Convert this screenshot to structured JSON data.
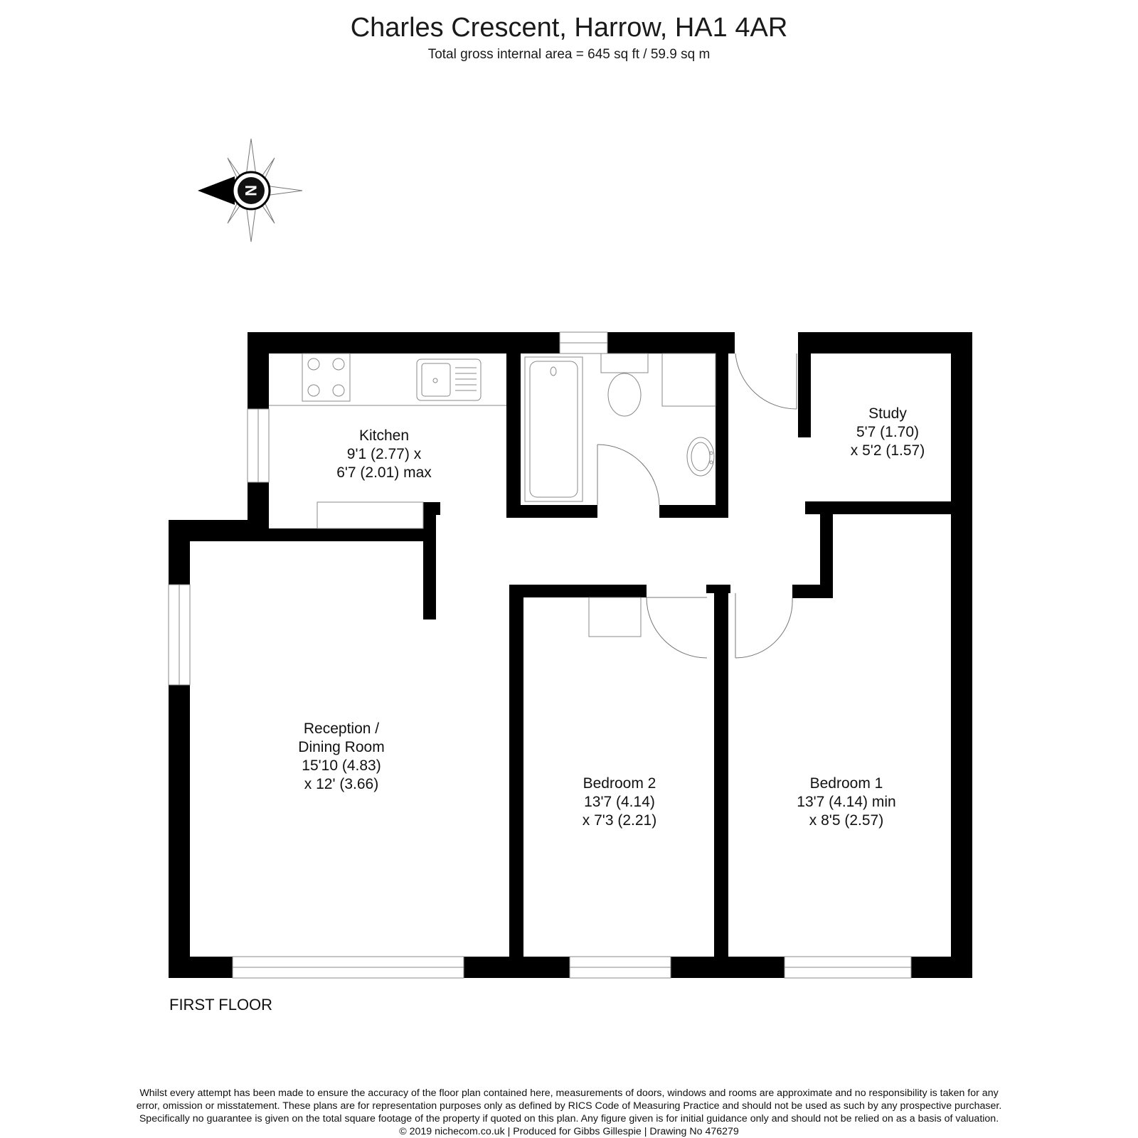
{
  "header": {
    "title": "Charles Crescent, Harrow, HA1 4AR",
    "area": "Total gross internal area =  645 sq ft / 59.9 sq m"
  },
  "compass": {
    "letter": "N"
  },
  "rooms": {
    "kitchen": [
      "Kitchen",
      "9'1 (2.77) x",
      "6'7 (2.01) max"
    ],
    "study": [
      "Study",
      "5'7 (1.70)",
      "x 5'2 (1.57)"
    ],
    "reception": [
      "Reception /",
      "Dining Room",
      "15'10 (4.83)",
      "x 12' (3.66)"
    ],
    "bedroom2": [
      "Bedroom 2",
      "13'7 (4.14)",
      "x 7'3 (2.21)"
    ],
    "bedroom1": [
      "Bedroom 1",
      "13'7 (4.14) min",
      "x 8'5 (2.57)"
    ]
  },
  "floor_label": "FIRST FLOOR",
  "disclaimer": [
    "Whilst every attempt has been made to ensure the accuracy of the floor plan contained here, measurements of doors, windows and rooms are approximate and no responsibility is taken for any",
    "error, omission or misstatement. These plans are for representation purposes only as defined by RICS Code of Measuring Practice and should not be used as such by any prospective purchaser.",
    "Specifically no guarantee is given on the total square footage of the property if quoted on this plan. Any figure given is for initial guidance only and should not be relied on as a basis of valuation.",
    "© 2019 nichecom.co.uk  |  Produced for Gibbs Gillespie  |  Drawing No 476279"
  ]
}
